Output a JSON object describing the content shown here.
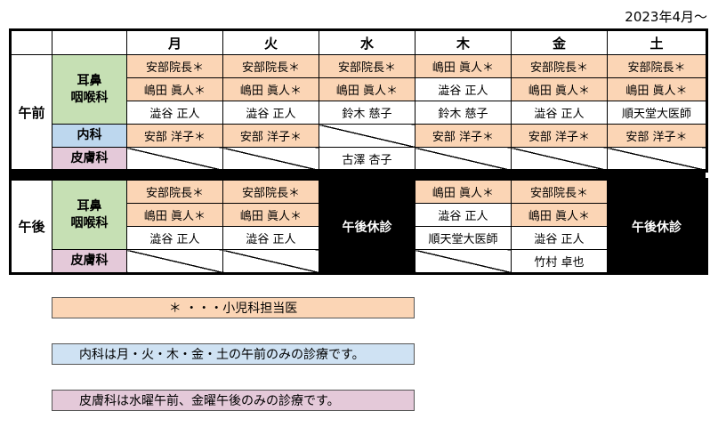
{
  "date_label": "2023年4月～",
  "days": [
    "月",
    "火",
    "水",
    "木",
    "金",
    "土"
  ],
  "morning": {
    "period": "午前",
    "ent_label_1": "耳鼻",
    "ent_label_2": "咽喉科",
    "internal_label": "内科",
    "derm_label": "皮膚科",
    "ent_rows": [
      [
        "安部院長＊",
        "安部院長＊",
        "安部院長＊",
        "嶋田 眞人＊",
        "安部院長＊",
        "安部院長＊"
      ],
      [
        "嶋田 眞人＊",
        "嶋田 眞人＊",
        "嶋田 眞人＊",
        "澁谷 正人",
        "嶋田 眞人＊",
        "嶋田 眞人＊"
      ],
      [
        "澁谷 正人",
        "澁谷 正人",
        "鈴木 慈子",
        "鈴木 慈子",
        "澁谷 正人",
        "順天堂大医師"
      ]
    ],
    "internal_row": [
      "安部 洋子＊",
      "安部 洋子＊",
      "",
      "安部 洋子＊",
      "安部 洋子＊",
      "安部 洋子＊"
    ],
    "derm_row": [
      "",
      "",
      "古澤 杏子",
      "",
      "",
      ""
    ]
  },
  "afternoon": {
    "period": "午後",
    "ent_label_1": "耳鼻",
    "ent_label_2": "咽喉科",
    "derm_label": "皮膚科",
    "closed_label": "午後休診",
    "mon": [
      "安部院長＊",
      "嶋田 眞人＊",
      "澁谷 正人"
    ],
    "tue": [
      "安部院長＊",
      "嶋田 眞人＊",
      "澁谷 正人"
    ],
    "thu": [
      "嶋田 眞人＊",
      "澁谷 正人",
      "順天堂大医師"
    ],
    "fri": [
      "安部院長＊",
      "嶋田 眞人＊",
      "澁谷 正人"
    ],
    "derm_fri": "竹村 卓也"
  },
  "notes": {
    "pediatric": "＊ ・・・小児科担当医",
    "internal": "内科は月・火・木・金・土の午前のみの診療です。",
    "derm": "皮膚科は水曜午前、金曜午後のみの診療です。"
  },
  "colors": {
    "ent": "#c6e0b4",
    "internal": "#bdd7ee",
    "derm": "#e4c9d9",
    "pediatric": "#fbd5b5",
    "closed": "#000000"
  }
}
